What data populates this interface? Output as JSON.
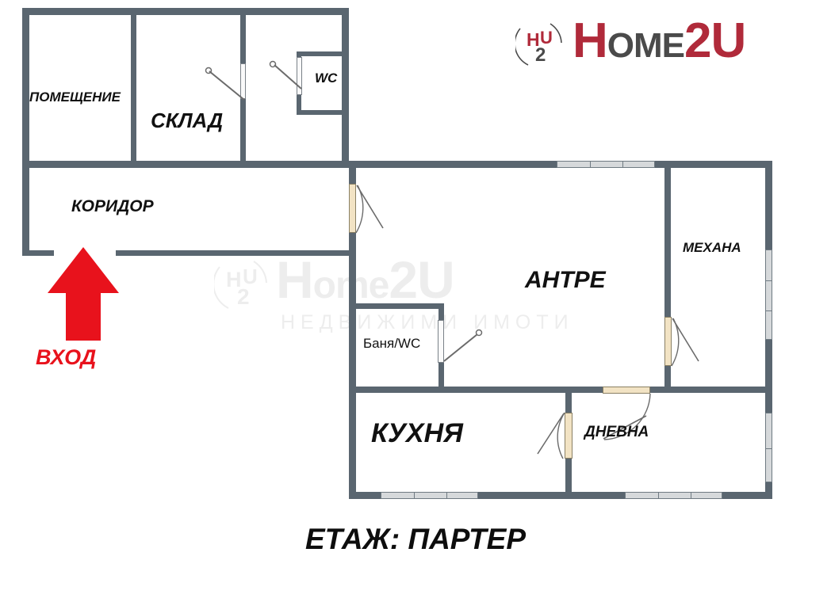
{
  "logo": {
    "mark_alt": "h2u-monogram",
    "part1": "H",
    "part2": "OME",
    "part3": "2U",
    "color_primary": "#B02A3A",
    "color_secondary": "#4A4A4A"
  },
  "watermark": {
    "part1": "H",
    "part2": "ome",
    "part3": "2U",
    "subtitle": "НЕДВИЖИМИ ИМОТИ"
  },
  "plan": {
    "wall_color": "#5A6670",
    "door_color": "#F2E3C4",
    "window_color": "#D6D9DB",
    "rooms": [
      {
        "id": "pomeshtenie",
        "label": "ПОМЕЩЕНИЕ"
      },
      {
        "id": "sklad",
        "label": "СКЛАД"
      },
      {
        "id": "wc",
        "label": "WC"
      },
      {
        "id": "koridor",
        "label": "КОРИДОР"
      },
      {
        "id": "antre",
        "label": "АНТРЕ"
      },
      {
        "id": "mehana",
        "label": "МЕХАНА"
      },
      {
        "id": "banya_wc",
        "label": "Баня/WC"
      },
      {
        "id": "kuhnya",
        "label": "КУХНЯ"
      },
      {
        "id": "dnevna",
        "label": "ДНЕВНА"
      }
    ]
  },
  "entrance": {
    "label": "ВХОД",
    "color": "#E8121C",
    "direction": "up"
  },
  "footer": {
    "floor_title": "ЕТАЖ: ПАРТЕР"
  }
}
